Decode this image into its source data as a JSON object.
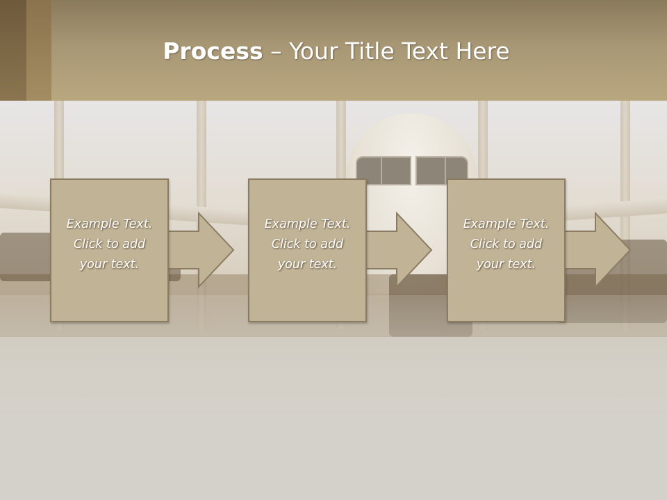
{
  "slide": {
    "title_bold": "Process",
    "title_rest": " – Your Title Text Here"
  },
  "steps": [
    {
      "text": "Example Text.\nClick  to add\nyour text."
    },
    {
      "text": "Example Text.\nClick  to add\nyour text."
    },
    {
      "text": "Example Text.\nClick  to add\nyour text."
    }
  ],
  "colors": {
    "header": "#b09f78",
    "box_fill": "#c1b396",
    "box_border": "#8b7b62",
    "text": "#ffffff"
  }
}
